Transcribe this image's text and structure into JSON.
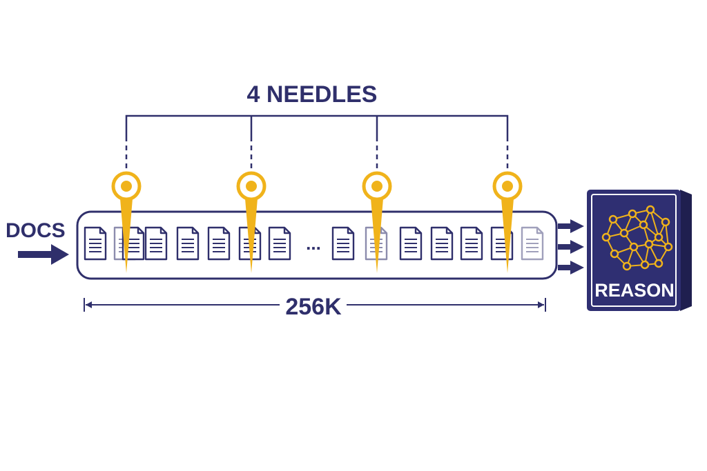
{
  "title": "4 NEEDLES",
  "input_label": "DOCS",
  "context_length_label": "256K",
  "ellipsis": "...",
  "output_label": "REASON",
  "colors": {
    "navy": "#2f2f6b",
    "gold": "#f0b31b",
    "reason_box": "#2f2f72",
    "white": "#ffffff"
  },
  "icons": {
    "input_arrow": "arrow-right-icon",
    "document": "document-icon",
    "needle": "needle-pin-icon",
    "network": "neural-network-icon"
  }
}
